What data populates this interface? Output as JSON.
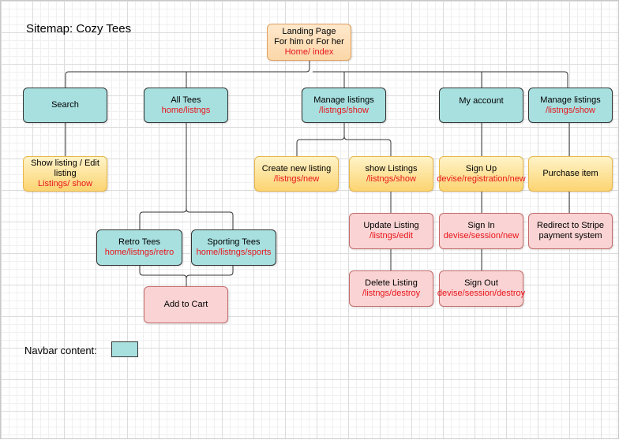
{
  "title": "Sitemap: Cozy Tees",
  "legend": {
    "label": "Navbar content:",
    "swatch_color": "#a8e0e0"
  },
  "colors": {
    "navbar": "#a8e0e0",
    "root": "#fcd7a8",
    "page": "#fcd472",
    "action": "#fad4d4",
    "route": "#e8141a",
    "connector": "#333333"
  },
  "nodes": {
    "landing": {
      "lines": [
        "Landing Page",
        "For him or For her"
      ],
      "route": "Home/ index"
    },
    "search": {
      "label": "Search",
      "route": ""
    },
    "all_tees": {
      "label": "All Tees",
      "route": "home/listngs"
    },
    "manage_listings_1": {
      "label": "Manage listings",
      "route": "/listngs/show"
    },
    "my_account": {
      "label": "My account",
      "route": ""
    },
    "manage_listings_2": {
      "label": "Manage listings",
      "route": "/listngs/show"
    },
    "show_edit": {
      "lines": [
        "Show listing / Edit",
        "listing"
      ],
      "route": "Listings/ show"
    },
    "create_listing": {
      "label": "Create new listing",
      "route": "/listngs/new"
    },
    "show_listings": {
      "label": "show Listings",
      "route": "/listngs/show"
    },
    "sign_up": {
      "label": "Sign Up",
      "route": "devise/registration/new"
    },
    "purchase": {
      "label": "Purchase item",
      "route": ""
    },
    "update_listing": {
      "label": "Update Listing",
      "route": "/listngs/edit"
    },
    "sign_in": {
      "label": "Sign In",
      "route": "devise/session/new"
    },
    "redirect_stripe": {
      "lines": [
        "Redirect to Stripe",
        "payment system"
      ],
      "route": ""
    },
    "retro": {
      "label": "Retro Tees",
      "route": "home/listngs/retro"
    },
    "sporting": {
      "label": "Sporting Tees",
      "route": "home/listngs/sports"
    },
    "delete_listing": {
      "label": "Delete Listing",
      "route": "/listngs/destroy"
    },
    "sign_out": {
      "label": "Sign Out",
      "route": "devise/session/destroy"
    },
    "add_to_cart": {
      "label": "Add to Cart",
      "route": ""
    }
  }
}
